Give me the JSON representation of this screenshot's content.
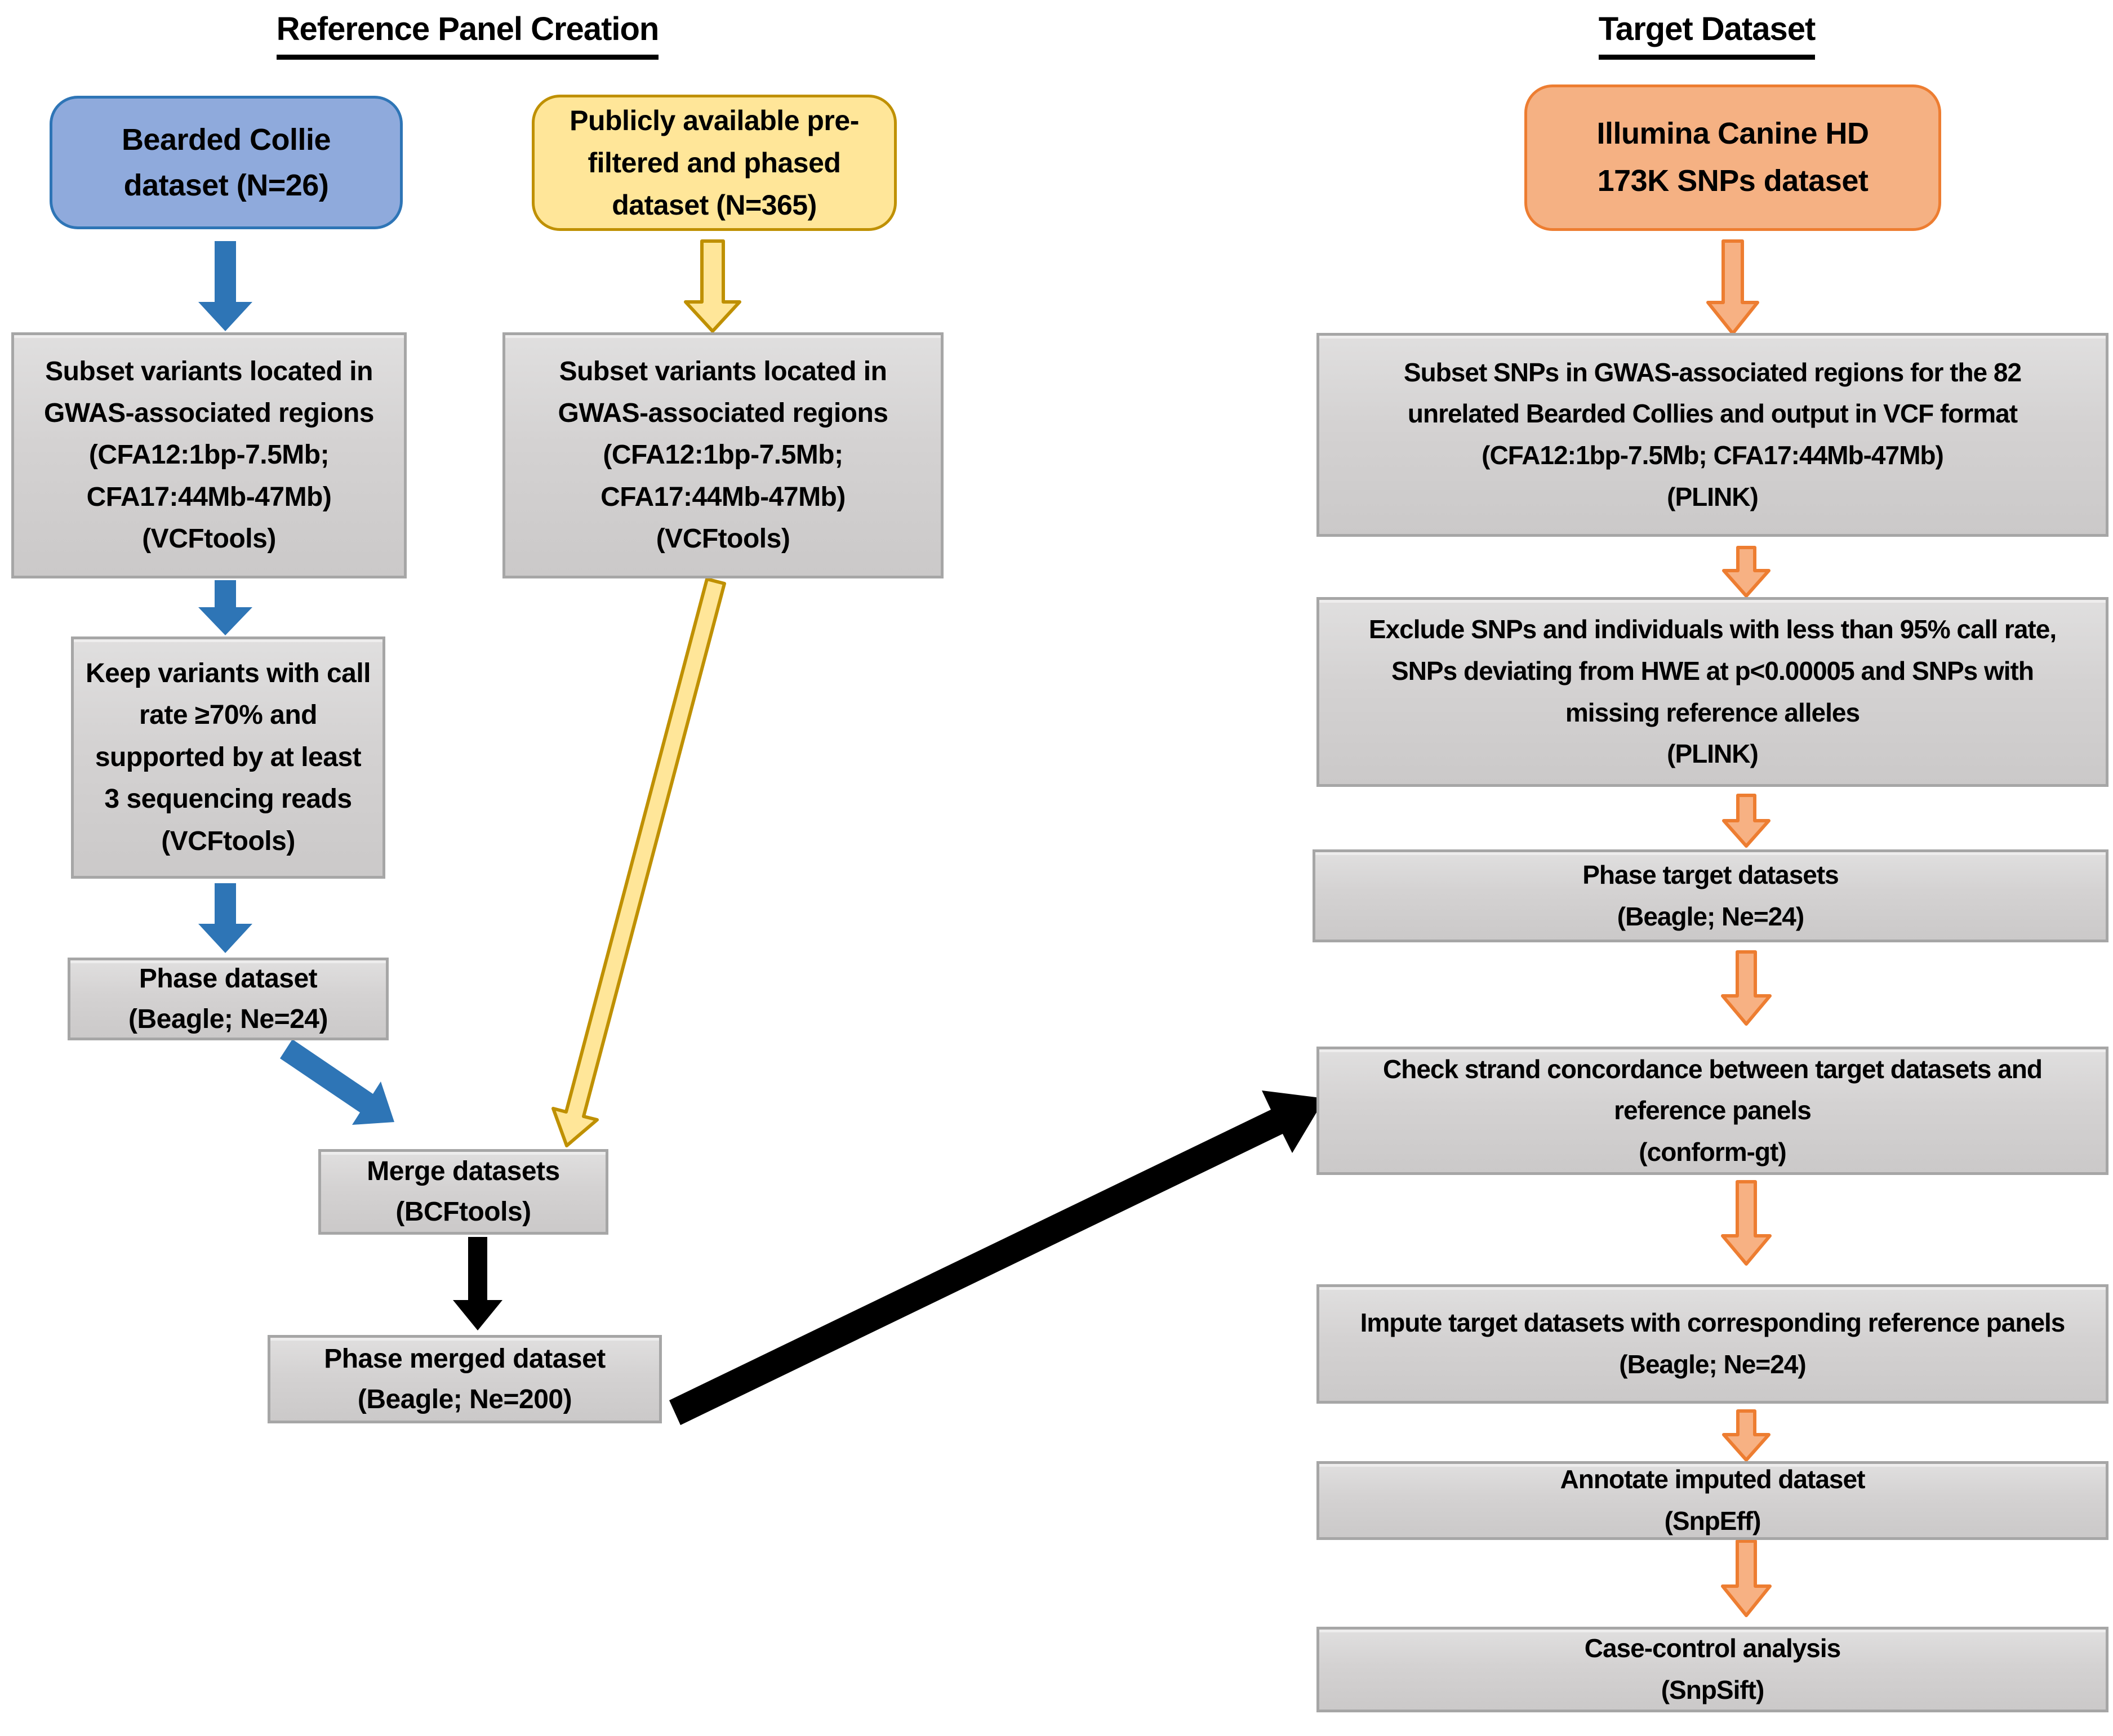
{
  "page": {
    "background": "#FFFFFF"
  },
  "left_panel": {
    "title": "Reference Panel Creation",
    "boxes": {
      "bearded": {
        "lines": [
          "Bearded Collie",
          "dataset (N=26)"
        ]
      },
      "public": {
        "lines": [
          "Publicly available pre-",
          "filtered and phased",
          "dataset (N=365)"
        ]
      },
      "subset_bearded": {
        "lines": [
          "Subset variants located in",
          "GWAS-associated regions",
          "(CFA12:1bp-7.5Mb;",
          "CFA17:44Mb-47Mb)",
          "(VCFtools)"
        ]
      },
      "subset_public": {
        "lines": [
          "Subset variants located in",
          "GWAS-associated regions",
          "(CFA12:1bp-7.5Mb;",
          "CFA17:44Mb-47Mb)",
          "(VCFtools)"
        ]
      },
      "keep_variants": {
        "lines": [
          "Keep variants with call",
          "rate ≥70% and",
          "supported by at least",
          "3 sequencing reads",
          "(VCFtools)"
        ]
      },
      "phase_dataset": {
        "lines": [
          "Phase dataset",
          "(Beagle; Ne=24)"
        ]
      },
      "merge_datasets": {
        "lines": [
          "Merge datasets",
          "(BCFtools)"
        ]
      },
      "phase_merged": {
        "lines": [
          "Phase merged dataset",
          "(Beagle; Ne=200)"
        ]
      }
    }
  },
  "right_panel": {
    "title": "Target Dataset",
    "boxes": {
      "illumina": {
        "lines": [
          "Illumina Canine HD",
          "173K SNPs dataset"
        ]
      },
      "subset_snps": {
        "lines": [
          "Subset SNPs in GWAS-associated regions for the 82",
          "unrelated Bearded Collies and output in VCF format",
          "(CFA12:1bp-7.5Mb; CFA17:44Mb-47Mb)",
          "(PLINK)"
        ]
      },
      "exclude_snps": {
        "lines": [
          "Exclude SNPs and individuals with less than 95% call rate,",
          "SNPs deviating from HWE at p<0.00005 and SNPs with",
          "missing reference alleles",
          "(PLINK)"
        ]
      },
      "phase_target": {
        "lines": [
          "Phase target datasets",
          "(Beagle; Ne=24)"
        ]
      },
      "check_strand": {
        "lines": [
          "Check strand concordance between target datasets and",
          "reference panels",
          "(conform-gt)"
        ]
      },
      "impute_target": {
        "lines": [
          "Impute target datasets with corresponding reference panels",
          "(Beagle; Ne=24)"
        ]
      },
      "annotate": {
        "lines": [
          "Annotate imputed dataset",
          "(SnpEff)"
        ]
      },
      "case_control": {
        "lines": [
          "Case-control analysis",
          "(SnpSift)"
        ]
      }
    }
  },
  "colors": {
    "blue_fill": "#8FAADC",
    "blue_border": "#2E75B6",
    "blue_arrow": "#2E75B6",
    "yellow_fill": "#FFE699",
    "yellow_border": "#BF9000",
    "orange_fill": "#F5B183",
    "orange_border": "#ED7D31",
    "gray_fill": "#D4D2D2",
    "gray_border": "#A6A6A6",
    "black_arrow": "#000000",
    "text": "#000000"
  }
}
